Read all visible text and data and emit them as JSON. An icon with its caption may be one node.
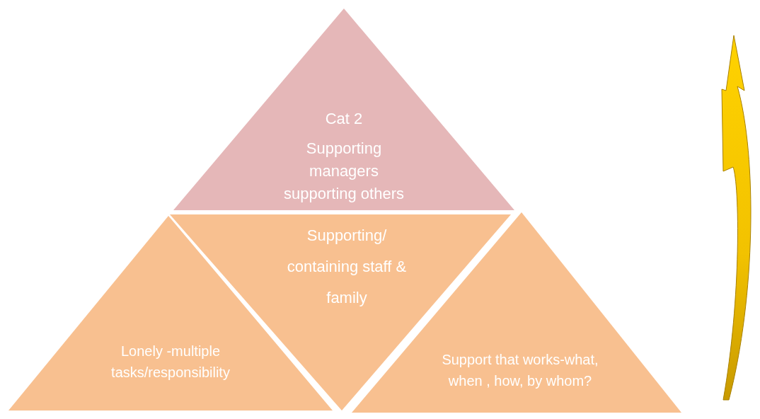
{
  "diagram": {
    "nodes": [
      {
        "text": [
          "Cat 2",
          "Supporting managers supporting others"
        ]
      },
      {
        "text": [
          "Supporting/ containing staff & family"
        ]
      },
      {
        "text": [
          "Lonely -multiple tasks/responsibility"
        ]
      },
      {
        "text": [
          "Support that works-what, when , how, by whom?"
        ]
      }
    ]
  }
}
